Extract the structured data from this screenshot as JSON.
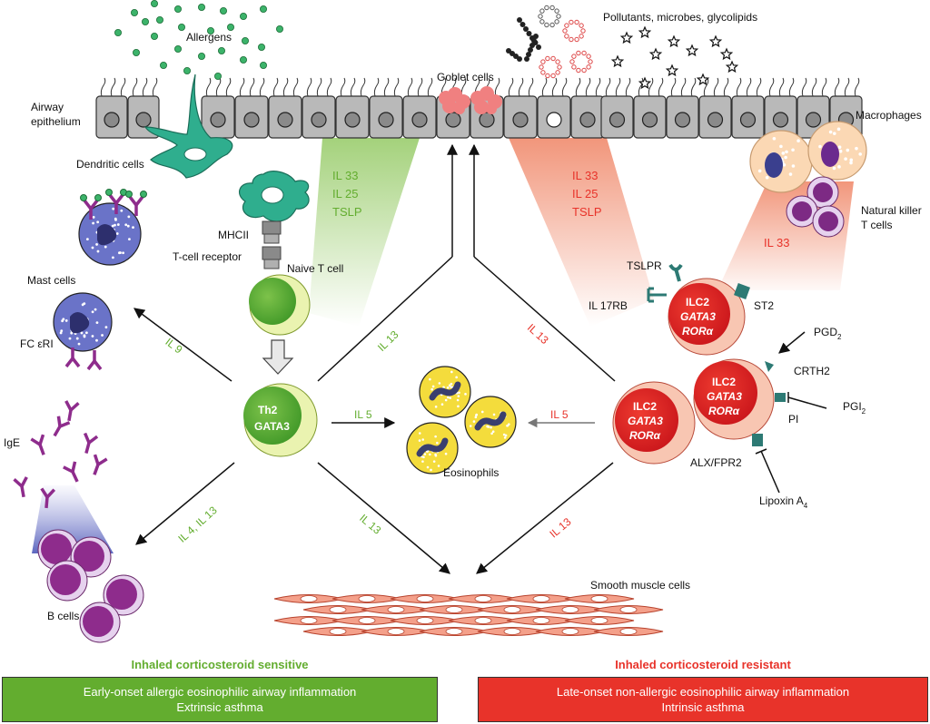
{
  "labels": {
    "allergens": "Allergens",
    "pollutants": "Pollutants, microbes, glycolipids",
    "goblet_cells": "Goblet cells",
    "airway_1": "Airway",
    "airway_2": "epithelium",
    "macrophages": "Macrophages",
    "dendritic_cells": "Dendritic cells",
    "nk_1": "Natural killer",
    "nk_2": "T cells",
    "mhcii": "MHCII",
    "tcr": "T-cell receptor",
    "naive_t": "Naive T cell",
    "mast_cells": "Mast cells",
    "fc_eri": "FC εRI",
    "ige": "IgE",
    "b_cells": "B cells",
    "eosinophils": "Eosinophils",
    "smooth_muscle": "Smooth muscle cells",
    "tslpr": "TSLPR",
    "il17rb": "IL 17RB",
    "st2": "ST2",
    "pgd2": "PGD",
    "pgd2_sub": "2",
    "crth2": "CRTH2",
    "pgi2": "PGI",
    "pgi2_sub": "2",
    "pi": "PI",
    "alx": "ALX/FPR2",
    "lipoxin": "Lipoxin A",
    "lipoxin_sub": "4"
  },
  "cytokines_left": {
    "il33": "IL 33",
    "il25": "IL 25",
    "tslp": "TSLP"
  },
  "cytokines_right": {
    "il33": "IL 33",
    "il25": "IL 25",
    "tslp": "TSLP",
    "il33_macro": "IL 33"
  },
  "arrow_labels": {
    "il9": "IL 9",
    "il13_left_up": "IL 13",
    "il13_right_up": "IL 13",
    "il5_left": "IL 5",
    "il5_right": "IL 5",
    "il4_il13": "IL 4, IL 13",
    "il13_left_down": "IL 13",
    "il13_right_down": "IL 13"
  },
  "cells": {
    "th2_line1": "Th2",
    "th2_line2": "GATA3",
    "ilc2_top": [
      "ILC2",
      "GATA3",
      "RORα"
    ],
    "ilc2_mid": [
      "ILC2",
      "GATA3",
      "RORα"
    ],
    "ilc2_left": [
      "ILC2",
      "GATA3",
      "RORα"
    ]
  },
  "captions": {
    "left": "Inhaled corticosteroid sensitive",
    "right": "Inhaled corticosteroid resistant"
  },
  "boxes": {
    "left_line1": "Early-onset allergic eosinophilic airway inflammation",
    "left_line2": "Extrinsic asthma",
    "right_line1": "Late-onset non-allergic eosinophilic airway inflammation",
    "right_line2": "Intrinsic asthma"
  },
  "colors": {
    "green": "#63ad2f",
    "red": "#e8332a",
    "teal": "#2e9d88",
    "purple": "#8e2c8c",
    "eosinophil": "#f4dc3c",
    "epithelium": "#b9b9b9"
  }
}
